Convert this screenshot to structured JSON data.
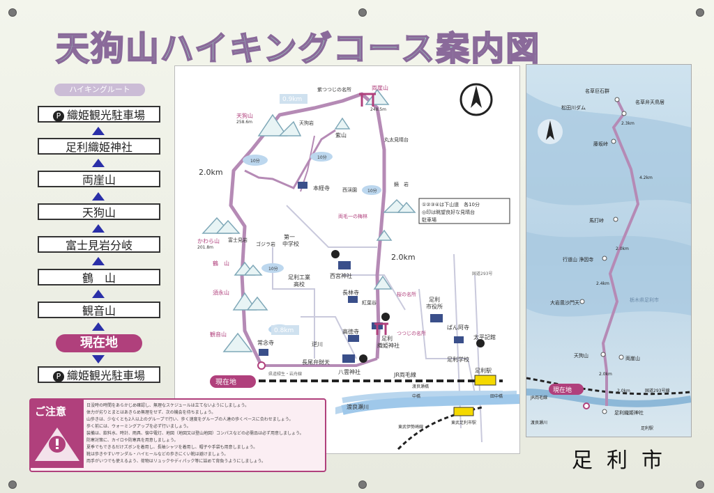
{
  "title": "天狗山ハイキングコース案内図",
  "route": {
    "heading": "ハイキングルート",
    "steps": [
      "織姫観光駐車場",
      "足利織姫神社",
      "両崖山",
      "天狗山",
      "富士見岩分岐",
      "鶴　山",
      "観音山"
    ],
    "current": "現在地",
    "end": "織姫観光駐車場",
    "parking_glyph": "P"
  },
  "main_map": {
    "labels": {
      "tenguyama": "天狗山",
      "tenguyama_alt": "258.6m",
      "ryogaisan": "両崖山",
      "ryogaisan_alt": "248.5m",
      "tenguiwa": "天狗岩",
      "kanayama": "紫山",
      "tsutsuji": "紫つつじの名所",
      "maruhon": "丸太見晴台",
      "honkyoji": "本経寺",
      "nishiyutaki": "西渓園",
      "kamiiwa": "鏡　岩",
      "baien": "両毛一の梅林",
      "fujimiiwa": "富士見岩",
      "gojiraiwa": "ゴジラ岩",
      "daiichi": "第一",
      "chugakko": "中学校",
      "kawarayama": "かわら山",
      "kawarayama_alt": "201.8m",
      "tsuruyama": "鶴　山",
      "susuyama": "須永山",
      "kannonyama": "観音山",
      "kogyo1": "足利工業",
      "kogyo2": "高校",
      "nishimiya": "西宮神社",
      "chorinji": "長林寺",
      "kobaya": "紅葉谷",
      "sakura": "桜の名所",
      "shiyakusho1": "足利",
      "shiyakusho2": "市役所",
      "kotokuji": "高徳寺",
      "orihime1": "足利",
      "orihime2": "織姫神社",
      "tsutsuji2": "つつじの名所",
      "bannaji": "ばん阿寺",
      "taihei": "太平記館",
      "gakko": "足利学校",
      "jonenji": "常念寺",
      "benzaiten": "長尾弁財天",
      "yakumo": "八雲神社",
      "sakagawa": "逆川",
      "ryomo": "JR両毛線",
      "ashikaga_eki": "足利駅",
      "watarase": "渡良瀬川",
      "tobu": "東武伊勢崎線",
      "tobu_eki": "東武足利市駅",
      "kendo": "県道緑生・岩舟線",
      "kokudo293": "国道293号",
      "current": "現在地",
      "legend1": "①②③④は下山道　各10分",
      "legend2": "◎印は眺望良好な見晴台",
      "legend3": "駐車場",
      "nakabashi": "中橋",
      "tabashi": "田中橋",
      "watarasebashi": "渡良瀬橋"
    },
    "distances": {
      "d1": "0.9km",
      "d2": "2.0km",
      "d3": "2.0km",
      "d4": "0.8km",
      "t1": "10分",
      "t2": "10分",
      "t3": "10分",
      "t4": "10分"
    }
  },
  "side_map": {
    "labels": {
      "meisou": "名草巨石群",
      "benten": "名草弁天鳥居",
      "matsuda": "松田川ダム",
      "fujisaka": "藤坂峠",
      "umaya": "馬打峠",
      "gyodo": "行道山 浄因寺",
      "ichibu": "大岩毘沙門天",
      "tengu": "天狗山",
      "ryogai": "両崖山",
      "current": "現在地",
      "orihime": "足利織姫神社",
      "ashikaga_eki": "足利駅",
      "jr": "JR両毛線",
      "watarase": "渡良瀬川",
      "route293": "国道293号線",
      "prefpark": "栃木県足利市",
      "d23": "2.3km",
      "d42": "4.2km",
      "d20a": "2.0km",
      "d24": "2.4km",
      "d20b": "2.0km",
      "d20c": "2.0km"
    }
  },
  "caution": {
    "title": "ご注意",
    "items": [
      "日没時の時間をあらかじめ確認し、無理なスケジュールは立てないようにしましょう。",
      "体力が劣りとまとはあきらめ無理をせず、次の機会を待ちましょう。",
      "山歩きは、少なくとも2人以上のグループで行い、歩く速度をグループの人達の歩くペースに合わせましょう。",
      "歩く前には、ウォーミングアップを必ず行いましょう。",
      "装備は、飲料水、時計、雨具、懐中電灯、地図（地図又は登山地図）コンパスなどの必需品は必ず用意しましょう。",
      "防寒対策に、カイロや防寒具を用意しましょう。",
      "夏季でもできるだけズボンを着用し、長袖シャツを着用し、帽子や手袋も用意しましょう。",
      "靴は歩きやすいサンダル・ハイヒールなどの歩きにくい靴は避けましょう。",
      "両手がいつでも使えるよう、荷物はリュックやディパック等に詰めて背負うようにしましょう。"
    ]
  },
  "city": "足利市",
  "colors": {
    "route": "#b58ab5",
    "accent": "#b0407c",
    "arrow": "#2a2fa8",
    "title_fill": "#a7dfc9"
  }
}
